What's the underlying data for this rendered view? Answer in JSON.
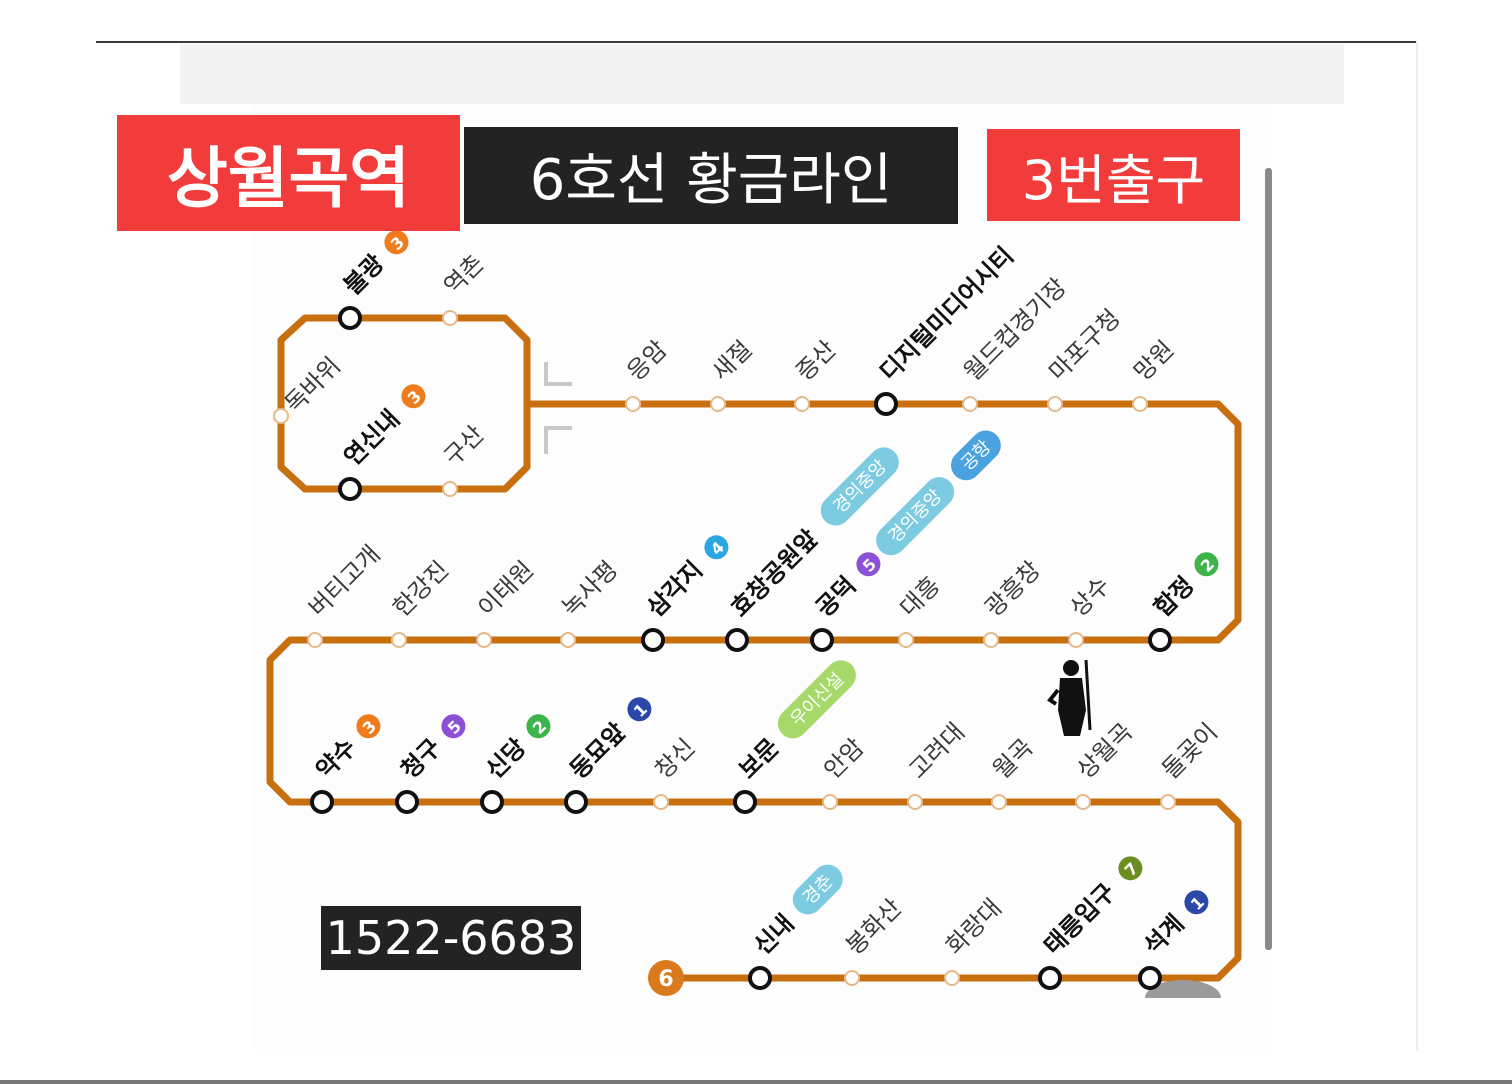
{
  "header": {
    "station_title": "상월곡역",
    "line_title": "6호선 황금라인",
    "exit_title": "3번출구",
    "phone": "1522-6683"
  },
  "colors": {
    "title_red": "#f23b3b",
    "title_dark": "#232323",
    "title_text": "#ffffff",
    "line_brown": "#c8700f",
    "line_badge": "#d97a1c",
    "transfer_line2": "#3cb44a",
    "transfer_line3": "#ef7c1c",
    "transfer_line4": "#2aa6e0",
    "transfer_line5": "#8b50d6",
    "transfer_line1": "#2b48a8",
    "transfer_line7": "#6b8e23",
    "transfer_gyeongui": "#7ccbe0",
    "transfer_gyeongchun": "#7ccbe0",
    "transfer_airport": "#4aa3df",
    "transfer_ui_sinseol": "#a6d96a"
  },
  "line_badge_label": "6",
  "stations": [
    {
      "name": "불광",
      "transfer": true,
      "badges": [
        {
          "text": "3",
          "color": "#ef7c1c",
          "circle": true
        }
      ]
    },
    {
      "name": "역촌",
      "transfer": false,
      "badges": []
    },
    {
      "name": "독바위",
      "transfer": false,
      "badges": []
    },
    {
      "name": "연신내",
      "transfer": true,
      "badges": [
        {
          "text": "3",
          "color": "#ef7c1c",
          "circle": true
        }
      ]
    },
    {
      "name": "구산",
      "transfer": false,
      "badges": []
    },
    {
      "name": "응암",
      "transfer": false,
      "badges": []
    },
    {
      "name": "새절",
      "transfer": false,
      "badges": []
    },
    {
      "name": "증산",
      "transfer": false,
      "badges": []
    },
    {
      "name": "디지털미디어시티",
      "transfer": true,
      "badges": []
    },
    {
      "name": "월드컵경기장",
      "transfer": false,
      "badges": []
    },
    {
      "name": "마포구청",
      "transfer": false,
      "badges": []
    },
    {
      "name": "망원",
      "transfer": false,
      "badges": []
    },
    {
      "name": "합정",
      "transfer": true,
      "badges": [
        {
          "text": "2",
          "color": "#3cb44a",
          "circle": true
        }
      ]
    },
    {
      "name": "상수",
      "transfer": false,
      "badges": []
    },
    {
      "name": "광흥창",
      "transfer": false,
      "badges": []
    },
    {
      "name": "대흥",
      "transfer": false,
      "badges": []
    },
    {
      "name": "공덕",
      "transfer": true,
      "badges": [
        {
          "text": "5",
          "color": "#8b50d6",
          "circle": true
        },
        {
          "text": "경의중앙",
          "color": "#7ccbe0",
          "circle": false
        },
        {
          "text": "공항",
          "color": "#4aa3df",
          "circle": false
        }
      ]
    },
    {
      "name": "효창공원앞",
      "transfer": true,
      "badges": [
        {
          "text": "경의중앙",
          "color": "#7ccbe0",
          "circle": false
        }
      ]
    },
    {
      "name": "삼각지",
      "transfer": true,
      "badges": [
        {
          "text": "4",
          "color": "#2aa6e0",
          "circle": true
        }
      ]
    },
    {
      "name": "녹사평",
      "transfer": false,
      "badges": []
    },
    {
      "name": "이태원",
      "transfer": false,
      "badges": []
    },
    {
      "name": "한강진",
      "transfer": false,
      "badges": []
    },
    {
      "name": "버티고개",
      "transfer": false,
      "badges": []
    },
    {
      "name": "약수",
      "transfer": true,
      "badges": [
        {
          "text": "3",
          "color": "#ef7c1c",
          "circle": true
        }
      ]
    },
    {
      "name": "청구",
      "transfer": true,
      "badges": [
        {
          "text": "5",
          "color": "#8b50d6",
          "circle": true
        }
      ]
    },
    {
      "name": "신당",
      "transfer": true,
      "badges": [
        {
          "text": "2",
          "color": "#3cb44a",
          "circle": true
        }
      ]
    },
    {
      "name": "동묘앞",
      "transfer": true,
      "badges": [
        {
          "text": "1",
          "color": "#2b48a8",
          "circle": true
        }
      ]
    },
    {
      "name": "창신",
      "transfer": false,
      "badges": []
    },
    {
      "name": "보문",
      "transfer": true,
      "badges": [
        {
          "text": "우이신설",
          "color": "#a6d96a",
          "circle": false
        }
      ]
    },
    {
      "name": "안암",
      "transfer": false,
      "badges": []
    },
    {
      "name": "고려대",
      "transfer": false,
      "badges": []
    },
    {
      "name": "월곡",
      "transfer": false,
      "badges": []
    },
    {
      "name": "상월곡",
      "transfer": false,
      "badges": []
    },
    {
      "name": "돌곶이",
      "transfer": false,
      "badges": []
    },
    {
      "name": "석계",
      "transfer": true,
      "badges": [
        {
          "text": "1",
          "color": "#2b48a8",
          "circle": true
        }
      ]
    },
    {
      "name": "태릉입구",
      "transfer": true,
      "badges": [
        {
          "text": "7",
          "color": "#6b8e23",
          "circle": true
        }
      ]
    },
    {
      "name": "화랑대",
      "transfer": false,
      "badges": []
    },
    {
      "name": "봉화산",
      "transfer": false,
      "badges": []
    },
    {
      "name": "신내",
      "transfer": true,
      "badges": [
        {
          "text": "경춘",
          "color": "#7ccbe0",
          "circle": false
        }
      ]
    }
  ]
}
